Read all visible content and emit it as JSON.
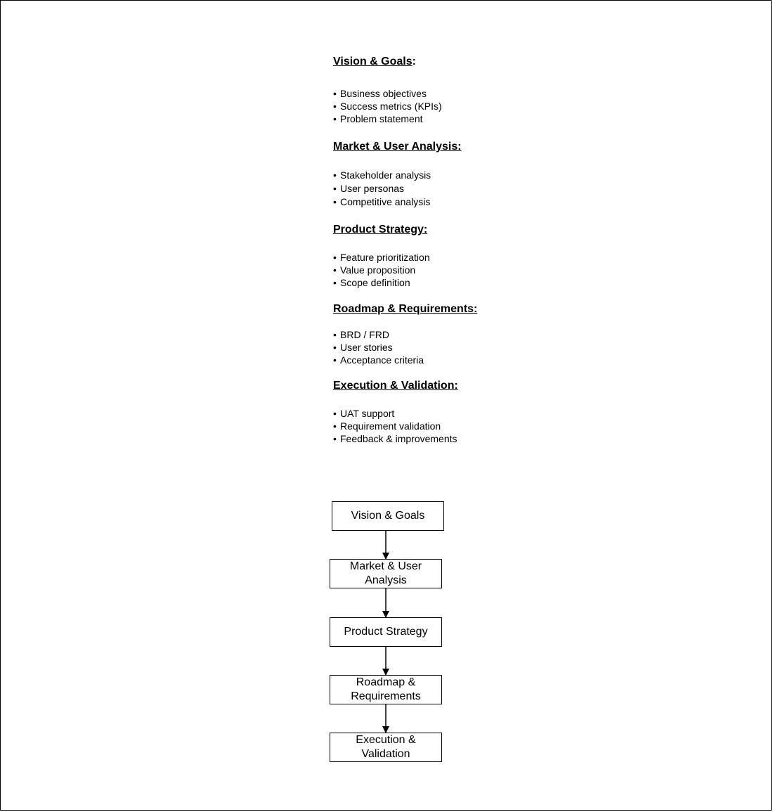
{
  "sections": [
    {
      "title": "Vision & Goals",
      "suffix": ":",
      "items": [
        "Business objectives",
        "Success metrics (KPIs)",
        "Problem statement"
      ]
    },
    {
      "title": "Market & User Analysis:",
      "suffix": "",
      "items": [
        "Stakeholder analysis",
        "User personas",
        "Competitive analysis"
      ]
    },
    {
      "title": "Product Strategy:",
      "suffix": "",
      "items": [
        "Feature prioritization",
        "Value proposition",
        "Scope definition"
      ]
    },
    {
      "title": "Roadmap & Requirements:",
      "suffix": "",
      "items": [
        "BRD / FRD",
        "User stories",
        "Acceptance criteria"
      ]
    },
    {
      "title": "Execution & Validation:",
      "suffix": "",
      "items": [
        "UAT support",
        "Requirement validation",
        "Feedback & improvements"
      ]
    }
  ],
  "bullet": "•",
  "flow": {
    "boxes": [
      {
        "label": "Vision & Goals"
      },
      {
        "label": "Market & User Analysis"
      },
      {
        "label": "Product Strategy"
      },
      {
        "label": "Roadmap & Requirements"
      },
      {
        "label": "Execution & Validation"
      }
    ]
  }
}
